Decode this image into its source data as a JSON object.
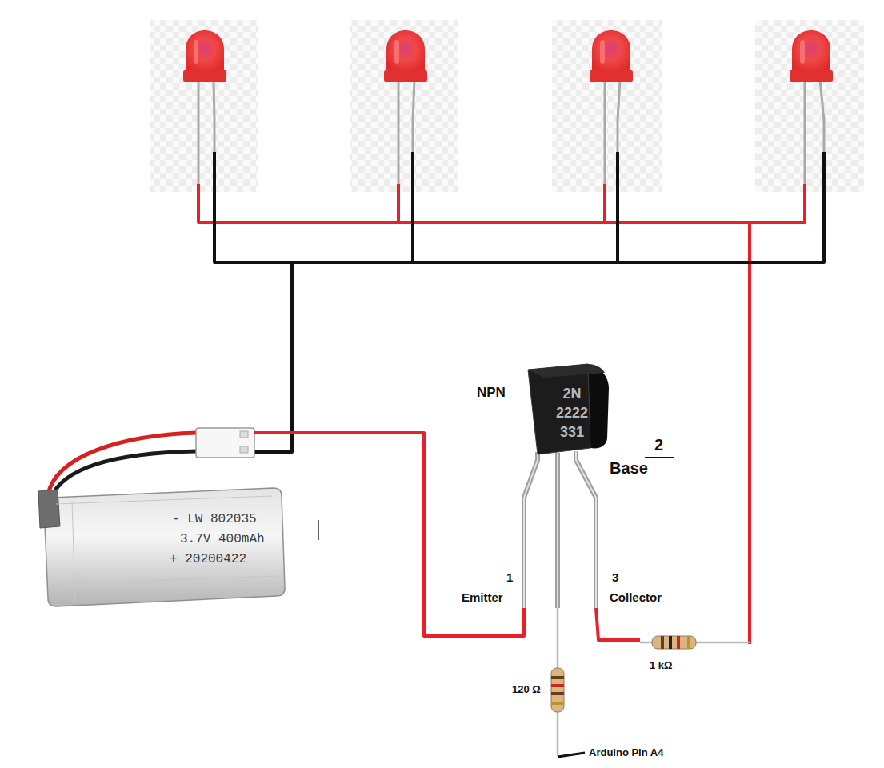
{
  "diagram": {
    "nodes": [
      {
        "text": [
          "- LW 802035",
          "3.7V 400mAh",
          "+ 20200422"
        ]
      },
      {
        "text": [
          "2N 2222 331"
        ]
      }
    ],
    "edges": [
      {
        "from": 0,
        "to": 1,
        "arrow": "none"
      }
    ],
    "labels": [
      "NPN",
      "2",
      "Base",
      "1",
      "Emitter",
      "3",
      "Collector",
      "120 Ω",
      "1 kΩ",
      "Arduino Pin A4"
    ]
  }
}
